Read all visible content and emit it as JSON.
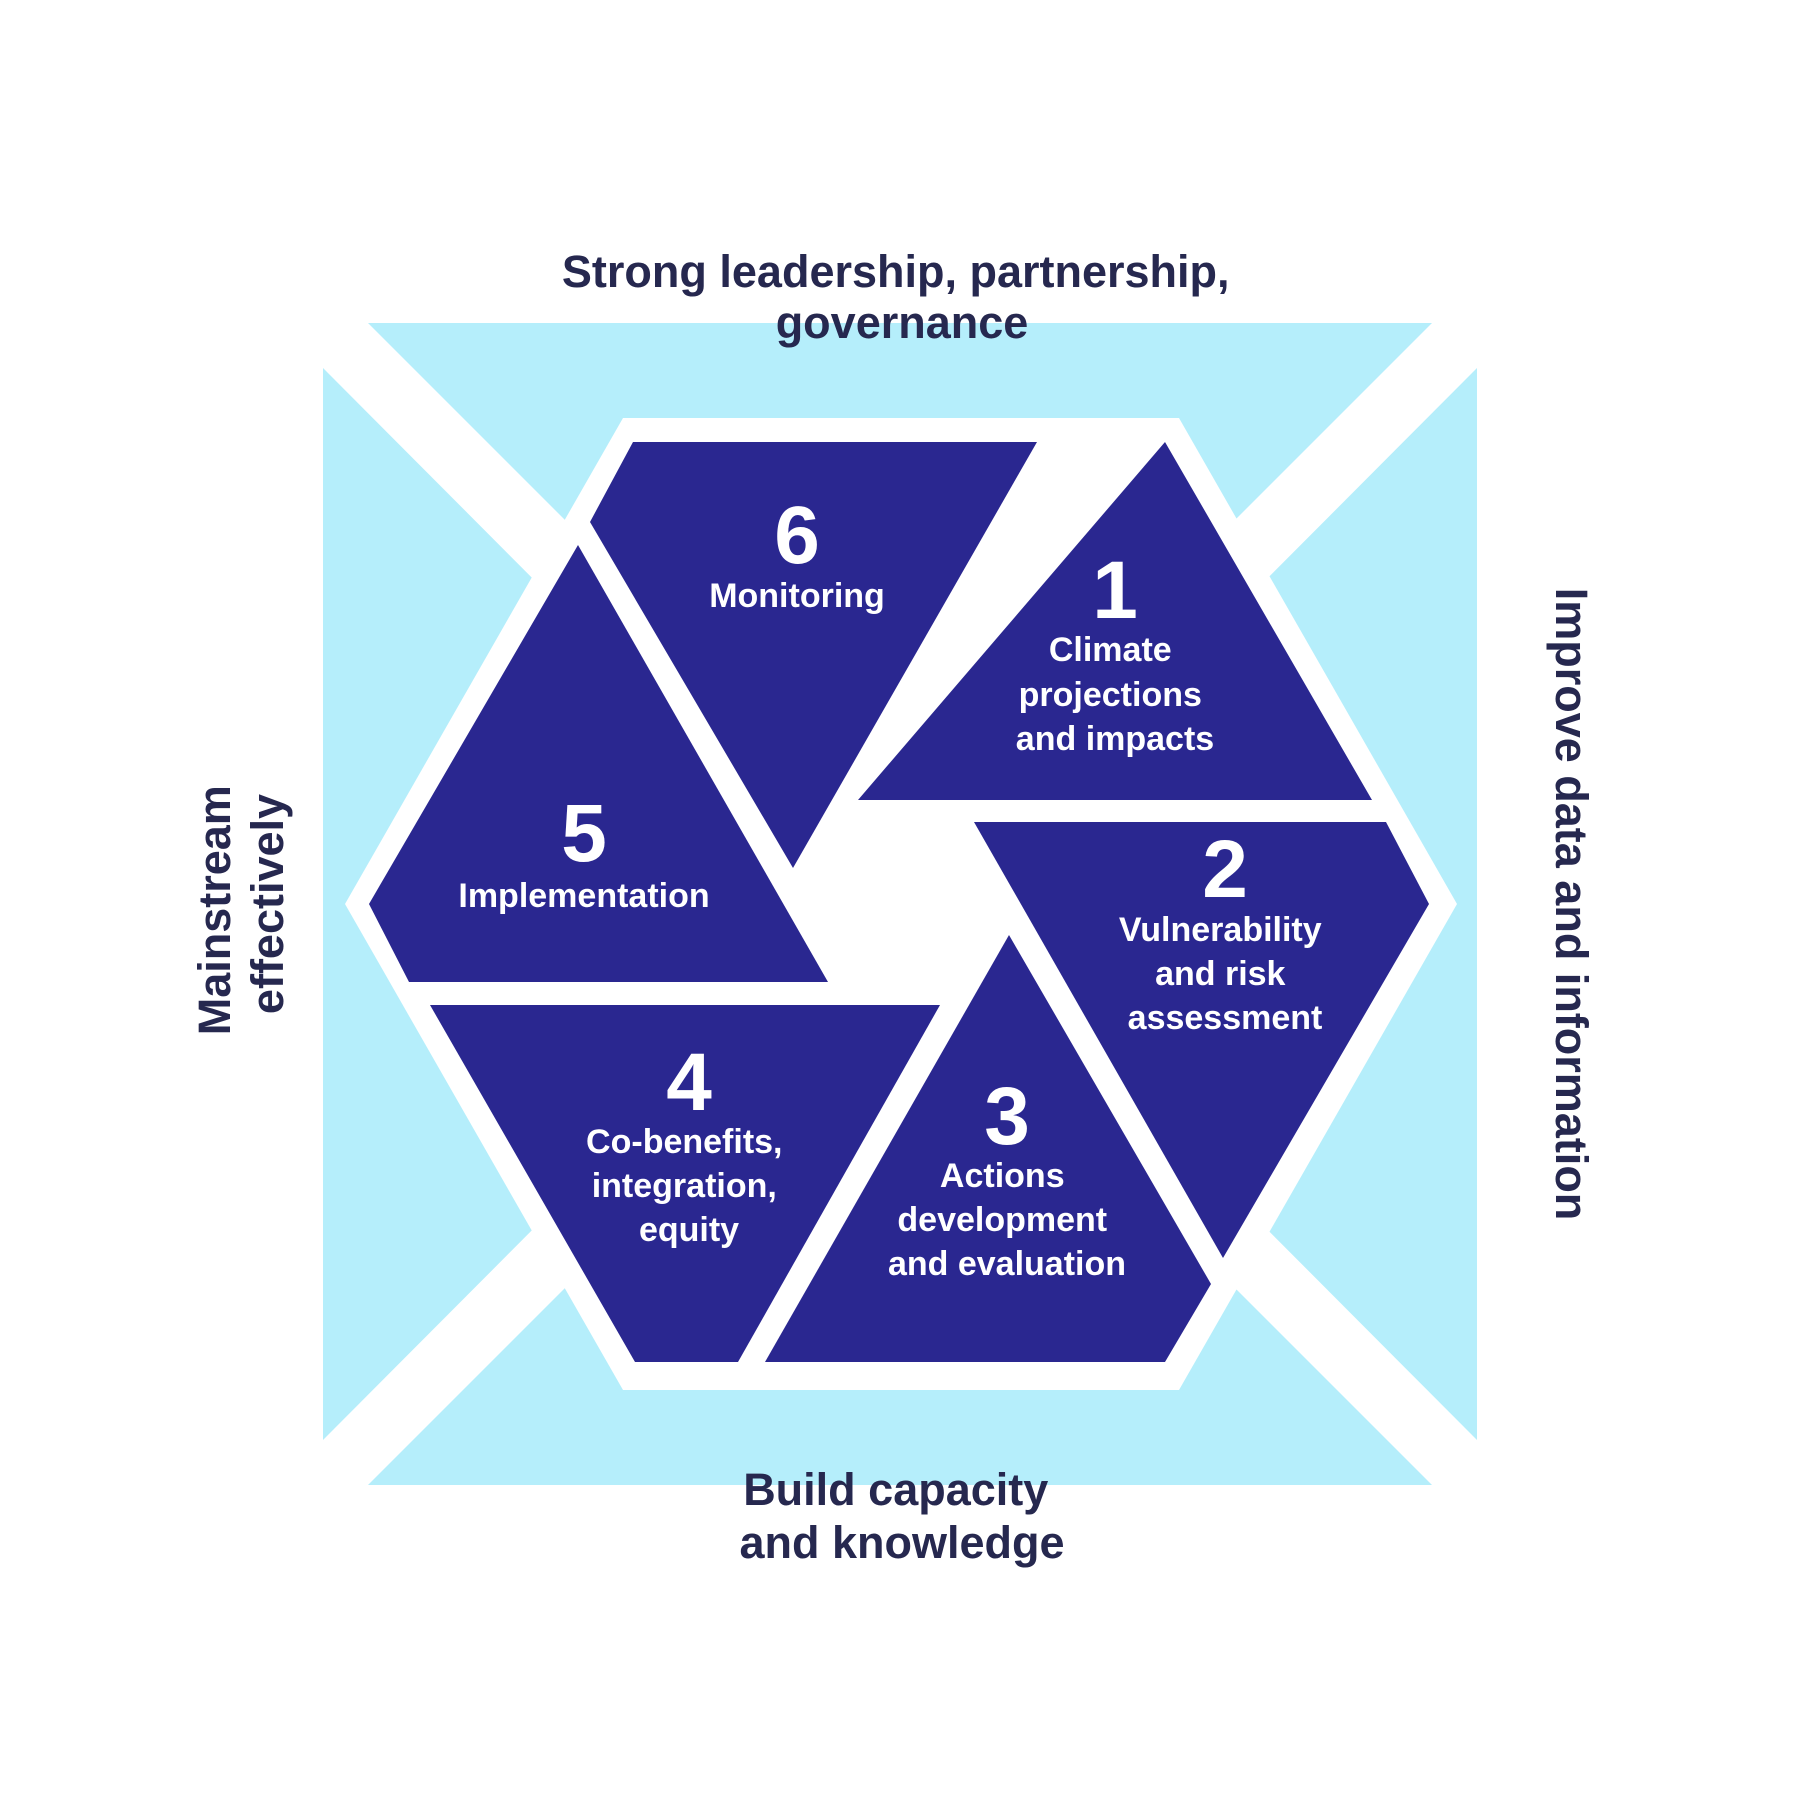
{
  "colors": {
    "outer_ring": "#b5eefb",
    "hexagon_segments": "#2a2790",
    "ring_text": "#26284f",
    "step_text": "#ffffff"
  },
  "ring": {
    "top": [
      "Strong leadership, partnership,",
      "governance"
    ],
    "right": [
      "Improve data and information"
    ],
    "bottom": [
      "Build capacity",
      "and knowledge"
    ],
    "left": [
      "Mainstream",
      "effectively"
    ]
  },
  "steps": [
    {
      "number": "1",
      "label": [
        "Climate",
        "projections",
        "and impacts"
      ]
    },
    {
      "number": "2",
      "label": [
        "Vulnerability",
        "and risk",
        "assessment"
      ]
    },
    {
      "number": "3",
      "label": [
        "Actions",
        "development",
        "and evaluation"
      ]
    },
    {
      "number": "4",
      "label": [
        "Co-benefits,",
        "integration,",
        "equity"
      ]
    },
    {
      "number": "5",
      "label": [
        "Implementation"
      ]
    },
    {
      "number": "6",
      "label": [
        "Monitoring"
      ]
    }
  ]
}
